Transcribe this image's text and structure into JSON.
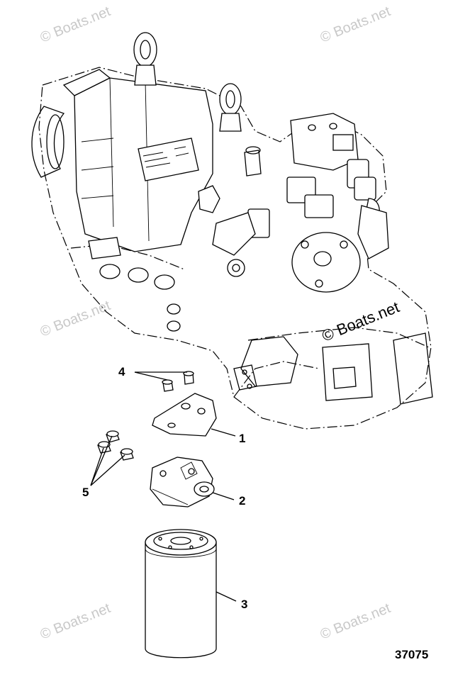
{
  "callouts": [
    {
      "id": "1",
      "label": "1"
    },
    {
      "id": "2",
      "label": "2"
    },
    {
      "id": "3",
      "label": "3"
    },
    {
      "id": "4",
      "label": "4"
    },
    {
      "id": "5",
      "label": "5"
    }
  ],
  "figure_number": "37075",
  "watermark_text": "© Boats.net",
  "colors": {
    "line": "#000000",
    "watermark": "#c9c9c9",
    "background": "#ffffff"
  }
}
